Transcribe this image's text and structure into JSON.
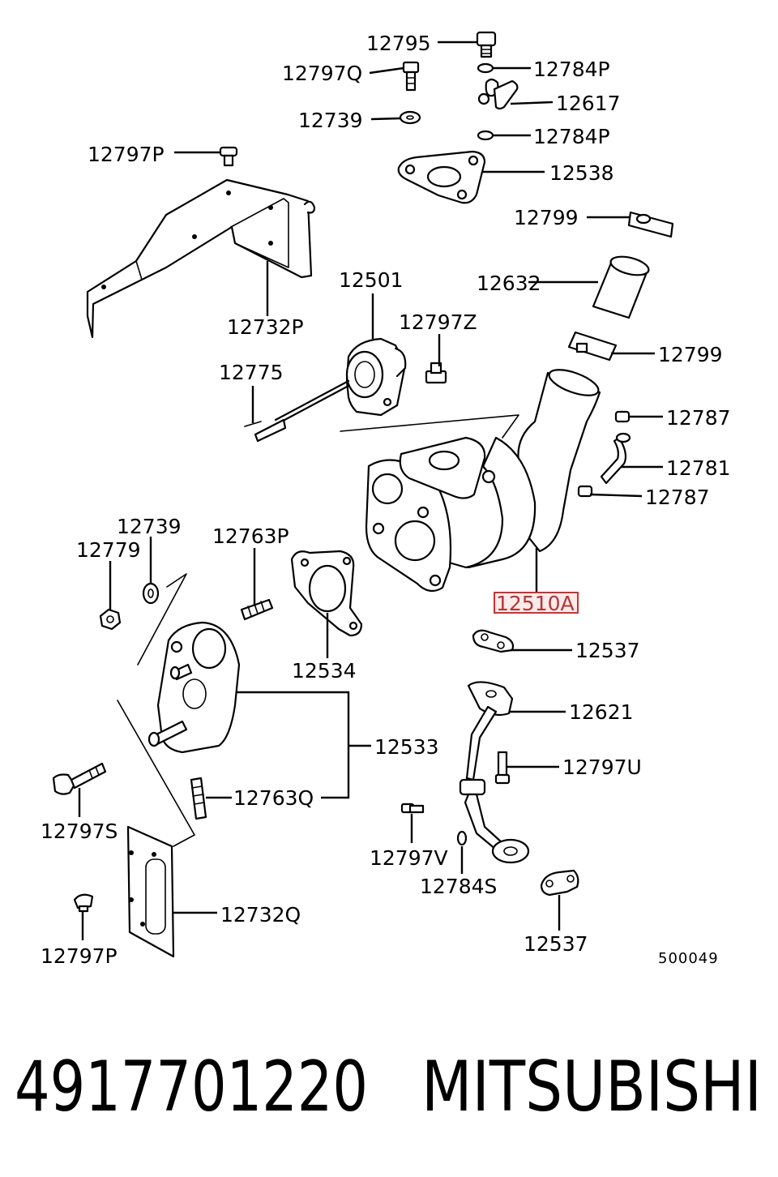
{
  "callouts": {
    "c12795": "12795",
    "c12797Q": "12797Q",
    "c12784P_top": "12784P",
    "c12617": "12617",
    "c12739_top": "12739",
    "c12784P_mid": "12784P",
    "c12797P_top": "12797P",
    "c12538": "12538",
    "c12799_top": "12799",
    "c12632": "12632",
    "c12501": "12501",
    "c12732P": "12732P",
    "c12797Z": "12797Z",
    "c12799_mid": "12799",
    "c12775": "12775",
    "c12787_top": "12787",
    "c12781": "12781",
    "c12787_bot": "12787",
    "c12739_left": "12739",
    "c12779": "12779",
    "c12763P": "12763P",
    "c12510A": "12510A",
    "c12537_top": "12537",
    "c12534": "12534",
    "c12621": "12621",
    "c12533": "12533",
    "c12797U": "12797U",
    "c12763Q": "12763Q",
    "c12797S": "12797S",
    "c12797V": "12797V",
    "c12784S": "12784S",
    "c12732Q": "12732Q",
    "c12797P_bot": "12797P",
    "c12537_bot": "12537"
  },
  "highlight": {
    "color": "#d03030"
  },
  "diagram_code": "500049",
  "footer": {
    "part_number": "4917701220",
    "brand": "MITSUBISHI"
  }
}
